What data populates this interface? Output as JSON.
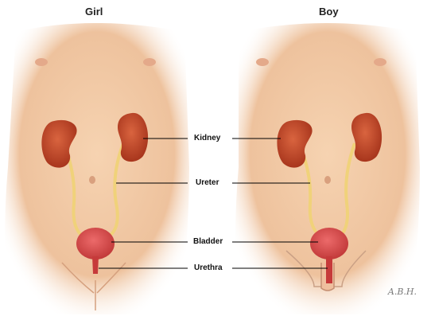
{
  "figures": {
    "girl_title": "Girl",
    "boy_title": "Boy"
  },
  "labels": {
    "kidney": "Kidney",
    "ureter": "Ureter",
    "bladder": "Bladder",
    "urethra": "Urethra"
  },
  "signature": "A.B.H.",
  "colors": {
    "skin": "#f2c9a3",
    "kidney": "#c0482a",
    "ureter": "#f0d27a",
    "bladder": "#d94f4f",
    "leader_line": "#000000"
  }
}
